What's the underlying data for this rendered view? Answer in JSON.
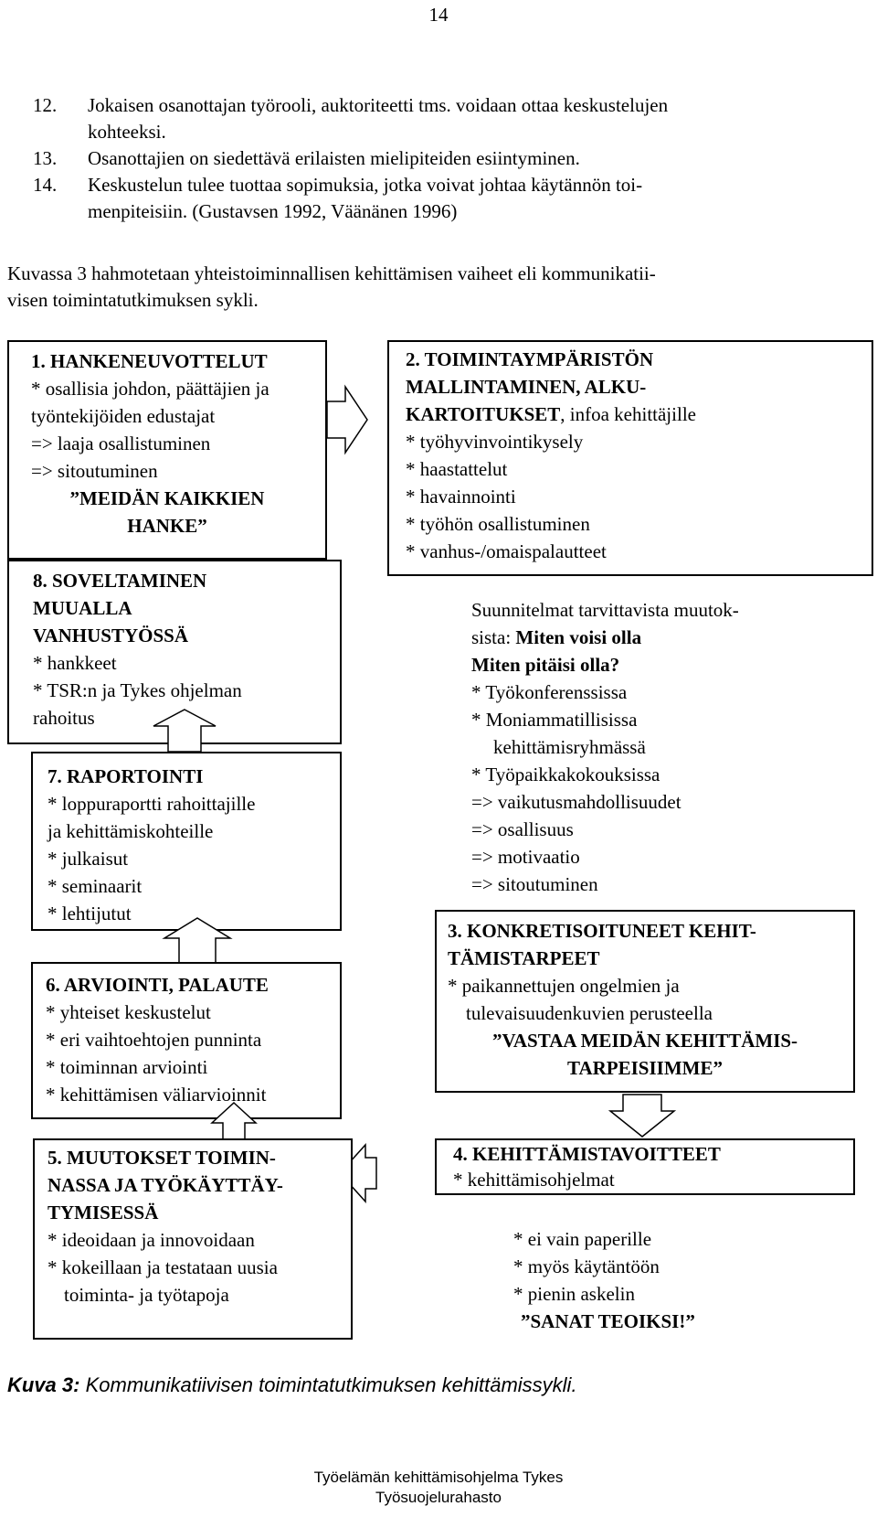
{
  "page_number": "14",
  "list_items": [
    {
      "num": "12.",
      "lines": [
        "Jokaisen osanottajan työrooli, auktoriteetti tms. voidaan ottaa keskustelujen",
        "kohteeksi."
      ]
    },
    {
      "num": "13.",
      "lines": [
        "Osanottajien on siedettävä erilaisten mielipiteiden esiintyminen."
      ]
    },
    {
      "num": "14.",
      "lines": [
        "Keskustelun tulee tuottaa sopimuksia, jotka voivat johtaa käytännön toi-",
        "menpiteisiin. (Gustavsen 1992, Väänänen 1996)"
      ]
    }
  ],
  "intro_lines": [
    "Kuvassa 3 hahmotetaan yhteistoiminnallisen kehittämisen vaiheet eli kommunikatii-",
    "visen toimintatutkimuksen sykli."
  ],
  "box1": {
    "title": "1. HANKENEUVOTTELUT",
    "lines": [
      "* osallisia johdon, päättäjien ja",
      "työntekijöiden edustajat",
      "=> laaja osallistuminen",
      "=> sitoutuminen"
    ],
    "emph": [
      "”MEIDÄN KAIKKIEN",
      "HANKE”"
    ]
  },
  "box2": {
    "title_lines": [
      "2. TOIMINTAYMPÄRISTÖN",
      "MALLINTAMINEN, ALKU-"
    ],
    "title_bold_tail": "KARTOITUKSET",
    "title_tail": ", infoa kehittäjille",
    "lines": [
      "* työhyvinvointikysely",
      "* haastattelut",
      "* havainnointi",
      "* työhön osallistuminen",
      "* vanhus-/omaispalautteet"
    ]
  },
  "planning": {
    "line1": "Suunnitelmat tarvittavista muutok-",
    "line2_plain": "sista: ",
    "line2_bold": "Miten voisi olla",
    "line3_bold": "Miten pitäisi olla?",
    "lines": [
      "* Työkonferenssissa",
      "* Moniammatillisissa",
      "  kehittämisryhmässä",
      "* Työpaikkakokouksissa",
      "=> vaikutusmahdollisuudet",
      "=> osallisuus",
      "=> motivaatio",
      "=> sitoutuminen"
    ]
  },
  "box3": {
    "title_lines": [
      "3. KONKRETISOITUNEET KEHIT-",
      "TÄMISTARPEET"
    ],
    "lines": [
      "* paikannettujen ongelmien ja",
      "tulevaisuudenkuvien perusteella"
    ],
    "emph": [
      "”VASTAA MEIDÄN KEHITTÄMIS-",
      "TARPEISIIMME”"
    ]
  },
  "box4": {
    "title": "4. KEHITTÄMISTAVOITTEET",
    "line1": "* kehittämisohjelmat",
    "lines": [
      "* ei vain paperille",
      "* myös käytäntöön",
      "* pienin askelin"
    ],
    "emph": "”SANAT TEOIKSI!”"
  },
  "box5": {
    "title_lines": [
      "5. MUUTOKSET TOIMIN-",
      "NASSA JA TYÖKÄYTTÄY-",
      "TYMISESSÄ"
    ],
    "lines": [
      "* ideoidaan ja innovoidaan",
      "* kokeillaan ja testataan uusia",
      "toiminta- ja työtapoja"
    ]
  },
  "box6": {
    "title": "6. ARVIOINTI, PALAUTE",
    "lines": [
      "* yhteiset keskustelut",
      "* eri vaihtoehtojen punninta",
      "* toiminnan arviointi",
      "* kehittämisen väliarvioinnit"
    ]
  },
  "box7": {
    "title": "7. RAPORTOINTI",
    "lines": [
      "* loppuraportti rahoittajille",
      "ja kehittämiskohteille",
      "* julkaisut",
      "* seminaarit",
      "* lehtijutut"
    ]
  },
  "box8": {
    "title_lines": [
      "8. SOVELTAMINEN",
      "MUUALLA",
      "VANHUSTYÖSSÄ"
    ],
    "lines": [
      "* hankkeet",
      "* TSR:n ja Tykes ohjelman",
      "rahoitus"
    ]
  },
  "caption": {
    "label": "Kuva 3:",
    "text": " Kommunikatiivisen toimintatutkimuksen kehittämissykli."
  },
  "footer": [
    "Työelämän kehittämisohjelma Tykes",
    "Työsuojelurahasto"
  ]
}
